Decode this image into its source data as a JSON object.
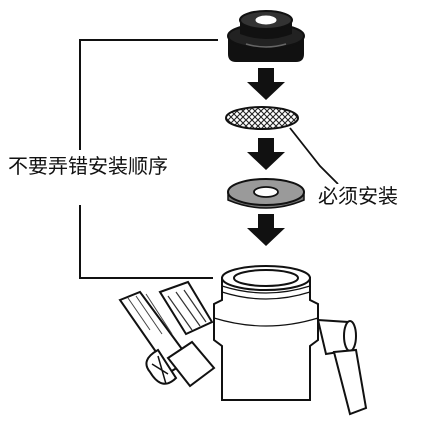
{
  "labels": {
    "order_warning": "不要弄错安装顺序",
    "must_install": "必须安装"
  },
  "parts": {
    "top": "rubber-gasket",
    "second": "mesh-filter",
    "third": "gray-washer",
    "bottom": "faucet-connector"
  },
  "arrows": {
    "count": 3,
    "direction": "down"
  },
  "colors": {
    "ink": "#111111",
    "washer": "#9a9a9a",
    "mesh": "#555555",
    "paper": "#ffffff"
  }
}
